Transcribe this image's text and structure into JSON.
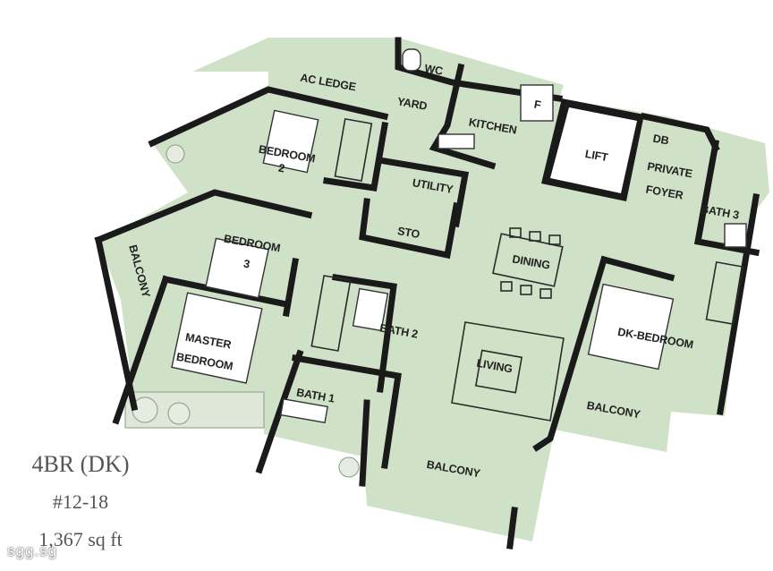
{
  "plan": {
    "colors": {
      "floor": "#cfe2c8",
      "wall": "#1a1a1a",
      "line": "#2a2a2a"
    },
    "rooms": {
      "ac_ledge": "AC LEDGE",
      "wc": "WC",
      "yard": "YARD",
      "kitchen": "KITCHEN",
      "fridge": "F",
      "lift": "LIFT",
      "db": "DB",
      "bedroom2_line1": "BEDROOM",
      "bedroom2_line2": "2",
      "utility": "UTILITY",
      "private_foyer_line1": "PRIVATE",
      "private_foyer_line2": "FOYER",
      "bath3": "BATH 3",
      "sto": "STO",
      "bedroom3_line1": "BEDROOM",
      "bedroom3_line2": "3",
      "dining": "DINING",
      "balcony_left": "BALCONY",
      "master_line1": "MASTER",
      "master_line2": "BEDROOM",
      "bath2": "BATH 2",
      "dk_bedroom": "DK-BEDROOM",
      "living": "LIVING",
      "bath1": "BATH 1",
      "balcony_right": "BALCONY",
      "balcony_bottom": "BALCONY"
    }
  },
  "unit": {
    "type": "4BR (DK)",
    "number": "#12-18",
    "area": "1,367 sq ft"
  },
  "watermark": "sgg.sg"
}
